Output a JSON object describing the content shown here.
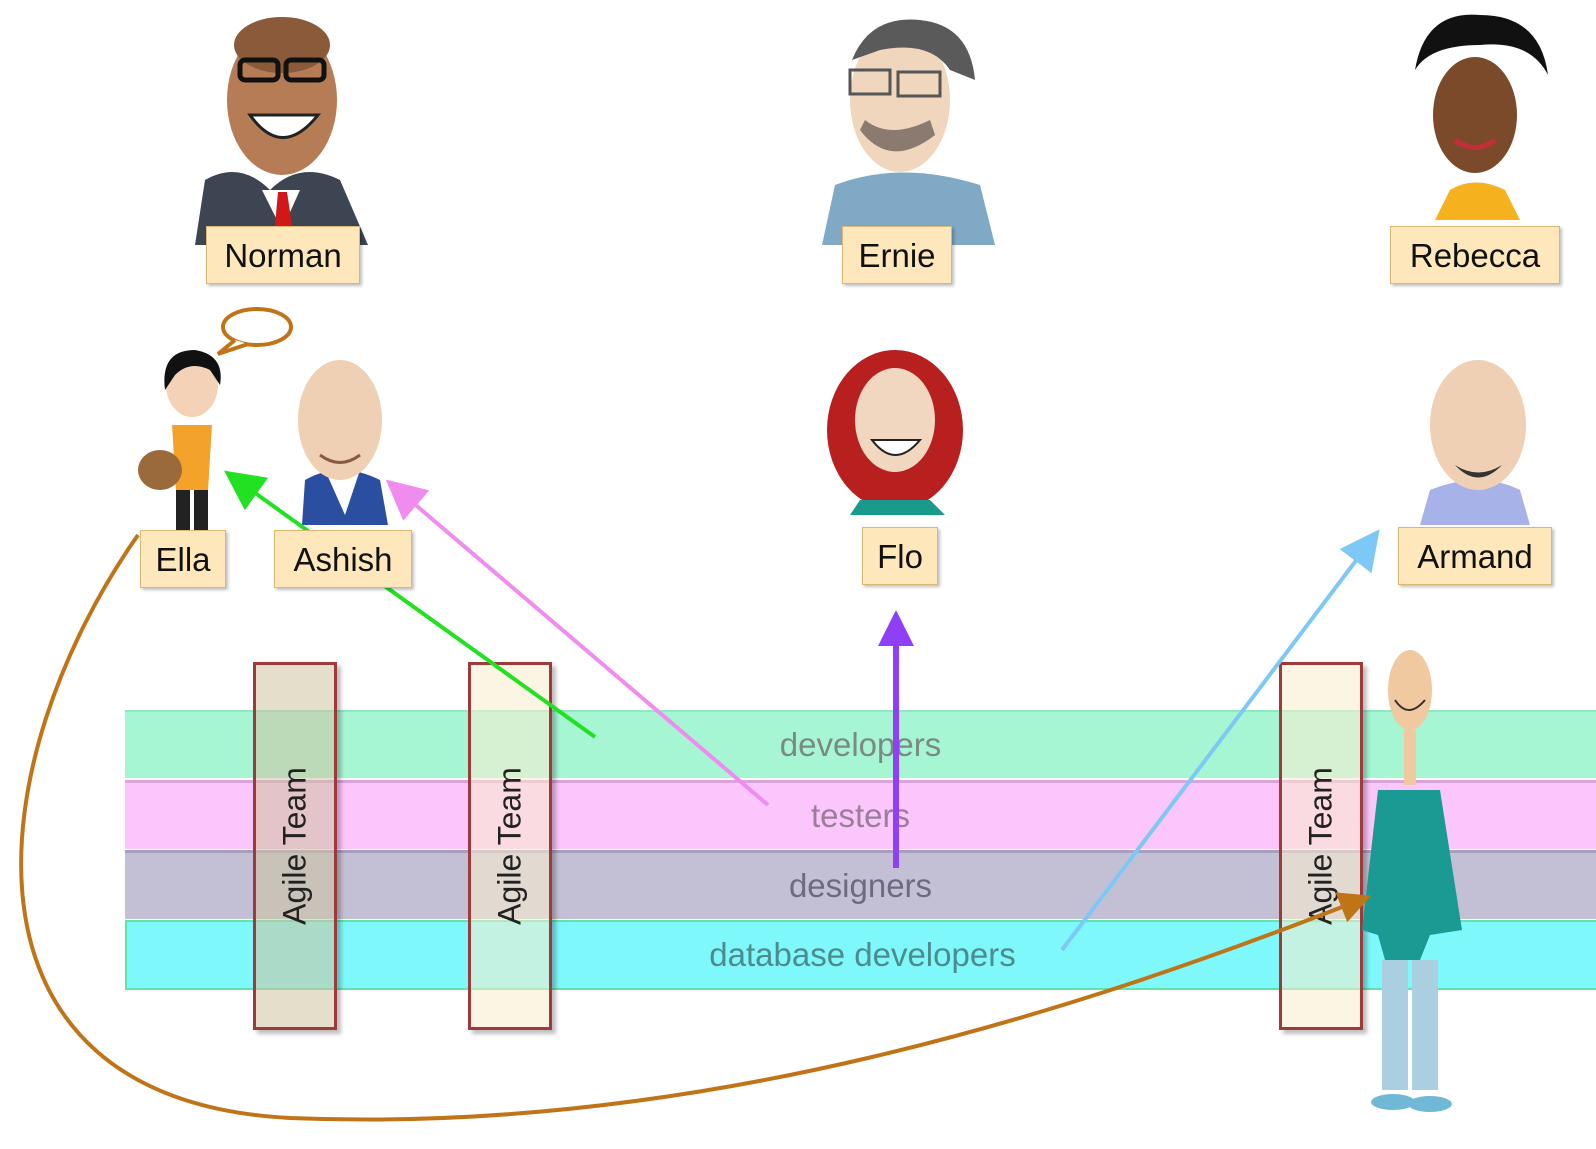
{
  "people": {
    "norman": "Norman",
    "ernie": "Ernie",
    "rebecca": "Rebecca",
    "ella": "Ella",
    "ashish": "Ashish",
    "flo": "Flo",
    "armand": "Armand"
  },
  "bands": {
    "developers": "developers",
    "testers": "testers",
    "designers": "designers",
    "database_developers": "database developers"
  },
  "teams": [
    "Agile Team",
    "Agile Team",
    "Agile Team"
  ],
  "colors": {
    "developers_band": "#a6f6d4",
    "testers_band": "#fbc6fb",
    "designers_band": "#c3c0d5",
    "database_developers_band": "#7ef8fb",
    "team_border": "#9e3a3a",
    "team_fill": "#fbeccd",
    "name_label_fill": "#fde7bb",
    "arrow_developers": "#22e022",
    "arrow_testers": "#f08cf0",
    "arrow_designers": "#8f3ff5",
    "arrow_database": "#7ec8f5",
    "arrow_curve": "#c07418"
  },
  "illustrations": [
    "norman-caricature",
    "ernie-caricature",
    "rebecca-caricature",
    "ella-caricature",
    "ashish-caricature",
    "flo-caricature",
    "armand-caricature",
    "standing-man-caricature",
    "speech-bubble-icon"
  ]
}
